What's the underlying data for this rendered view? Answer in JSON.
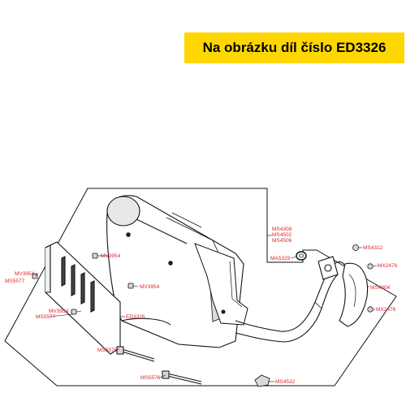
{
  "banner": {
    "text": "Na obrázku díl číslo ED3326",
    "background": "#ffd700",
    "text_color": "#000000"
  },
  "diagram": {
    "label_color": "#d9262a",
    "line_color": "#111111",
    "labels": {
      "ms4308": "MS4308",
      "ms4502": "MS4502",
      "ms4506": "MS4506",
      "ma5329": "MA5329",
      "ms4312": "MS4312",
      "mx2476_top": "MX2476",
      "ms4804": "MS4804",
      "mx2476_bottom": "MX2476",
      "ms4532": "MS4532",
      "mv3954_top": "MV3954",
      "mv3954_left": "MV3954",
      "ms5577_left": "MS5577",
      "mv3954_mid": "MV3954",
      "mv3954_lower": "MV3954",
      "ms5577_lower": "MS5577",
      "ed3326": "ED3326",
      "ms5576_a": "MS5576",
      "ms5576_b": "MS5576"
    }
  }
}
